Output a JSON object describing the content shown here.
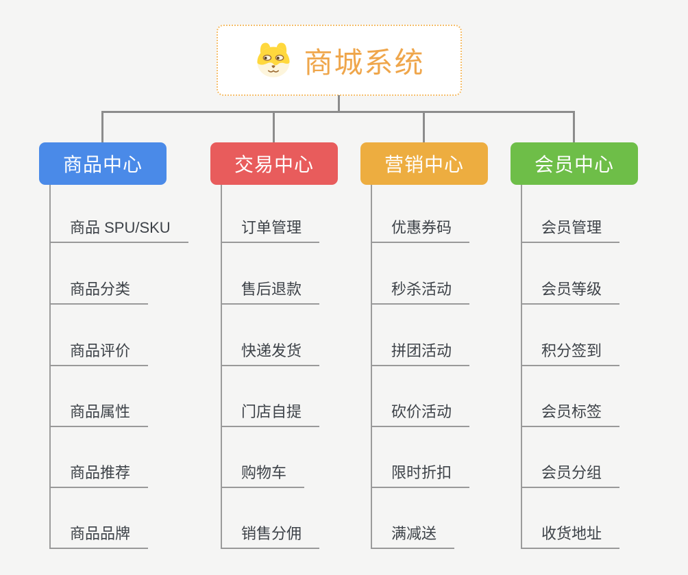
{
  "root": {
    "title": "商城系统",
    "icon": "dog-face-icon"
  },
  "branches": [
    {
      "label": "商品中心",
      "color": "#4a8ae8",
      "items": [
        "商品 SPU/SKU",
        "商品分类",
        "商品评价",
        "商品属性",
        "商品推荐",
        "商品品牌"
      ]
    },
    {
      "label": "交易中心",
      "color": "#e85c5c",
      "items": [
        "订单管理",
        "售后退款",
        "快递发货",
        "门店自提",
        "购物车",
        "销售分佣"
      ]
    },
    {
      "label": "营销中心",
      "color": "#edad40",
      "items": [
        "优惠券码",
        "秒杀活动",
        "拼团活动",
        "砍价活动",
        "限时折扣",
        "满减送"
      ]
    },
    {
      "label": "会员中心",
      "color": "#6ebe48",
      "items": [
        "会员管理",
        "会员等级",
        "积分签到",
        "会员标签",
        "会员分组",
        "收货地址"
      ]
    }
  ],
  "colors": {
    "background": "#f5f5f4",
    "connector": "#8c8c8c",
    "underline": "#999999",
    "item_text": "#3d4248",
    "root_border": "#f5bd68",
    "root_text": "#efa64b"
  }
}
